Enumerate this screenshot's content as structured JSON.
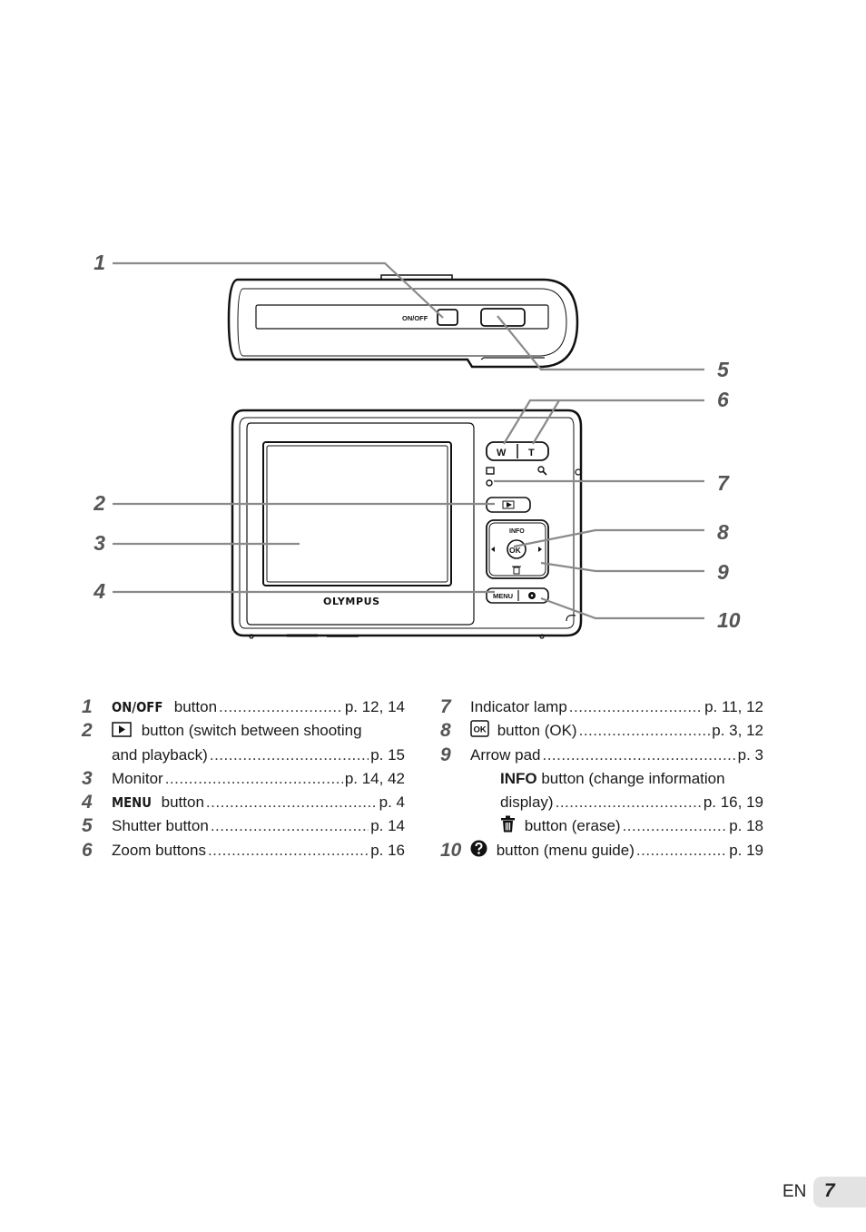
{
  "diagram": {
    "callouts": [
      "1",
      "2",
      "3",
      "4",
      "5",
      "6",
      "7",
      "8",
      "9",
      "10"
    ],
    "camera_labels": {
      "on_off": "ON/OFF",
      "wide": "W",
      "tele": "T",
      "info": "INFO",
      "ok": "OK",
      "menu": "MENU",
      "brand": "OLYMPUS"
    }
  },
  "legend": {
    "left": [
      {
        "num": "1",
        "label_bold": "ON/OFF",
        "label": " button",
        "page": "p. 12, 14"
      },
      {
        "num": "2",
        "icon": "playback-icon",
        "label": " button (switch between shooting",
        "cont": "and playback)",
        "page": "p. 15"
      },
      {
        "num": "3",
        "label": "Monitor",
        "page": "p. 14, 42"
      },
      {
        "num": "4",
        "label_bold": "MENU",
        "label": " button",
        "page": "p. 4"
      },
      {
        "num": "5",
        "label": "Shutter button",
        "page": "p. 14"
      },
      {
        "num": "6",
        "label": "Zoom buttons",
        "page": "p. 16"
      }
    ],
    "right": [
      {
        "num": "7",
        "label": "Indicator lamp",
        "page": "p. 11, 12"
      },
      {
        "num": "8",
        "icon": "ok-icon",
        "icon_text": "OK",
        "label": " button (OK)",
        "page": "p. 3, 12"
      },
      {
        "num": "9",
        "label": "Arrow pad",
        "page": "p. 3"
      },
      {
        "sub_bold": "INFO",
        "sub": " button (change information",
        "cont": "display)",
        "page": "p. 16, 19"
      },
      {
        "icon": "trash-icon",
        "label": " button (erase)",
        "page": "p. 18"
      },
      {
        "num": "10",
        "icon": "help-icon",
        "label": " button (menu guide)",
        "page": "p. 19"
      }
    ]
  },
  "footer": {
    "lang": "EN",
    "page": "7"
  }
}
